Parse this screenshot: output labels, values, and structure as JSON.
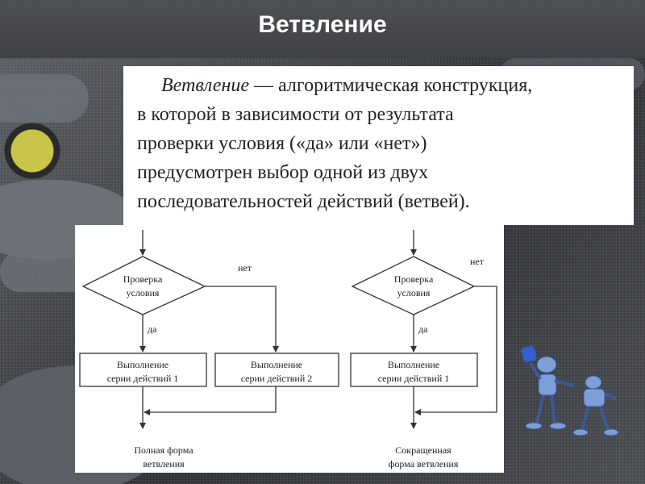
{
  "slide": {
    "title": "Ветвление"
  },
  "definition": {
    "term": "Ветвление",
    "line1_rest": " — алгоритмическая конструкция,",
    "line2": "в которой в зависимости от результата",
    "line3": "проверки условия («да» или «нет»)",
    "line4": "предусмотрен выбор одной из двух",
    "line5": "последовательностей действий (ветвей)."
  },
  "full_form": {
    "condition_line1": "Проверка",
    "condition_line2": "условия",
    "no_label": "нет",
    "yes_label": "да",
    "action1_line1": "Выполнение",
    "action1_line2": "серии действий 1",
    "action2_line1": "Выполнение",
    "action2_line2": "серии действий 2",
    "caption_line1": "Полная форма",
    "caption_line2": "ветвления"
  },
  "short_form": {
    "condition_line1": "Проверка",
    "condition_line2": "условия",
    "no_label": "нет",
    "yes_label": "да",
    "action1_line1": "Выполнение",
    "action1_line2": "серии действий 1",
    "caption_line1": "Сокращенная",
    "caption_line2": "форма ветвления"
  },
  "colors": {
    "header": "#45484c",
    "robot_blue": "#7e9ed8",
    "paint_can": "#2f5fd0"
  }
}
